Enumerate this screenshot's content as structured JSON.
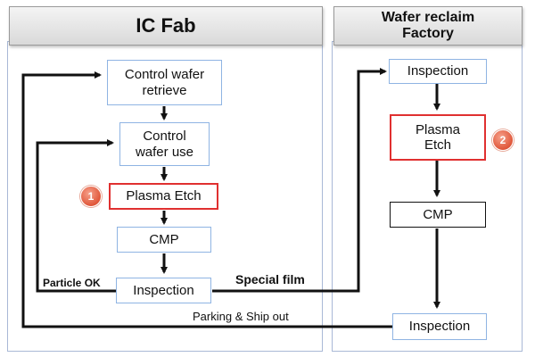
{
  "panels": {
    "left": {
      "title": "IC Fab"
    },
    "right": {
      "title": "Wafer reclaim\nFactory"
    }
  },
  "ic_fab": {
    "control_wafer_retrieve": "Control wafer\nretrieve",
    "control_wafer_use": "Control\nwafer use",
    "plasma_etch": "Plasma Etch",
    "cmp": "CMP",
    "inspection": "Inspection",
    "badge": "1"
  },
  "reclaim": {
    "inspection_top": "Inspection",
    "plasma_etch": "Plasma\nEtch",
    "cmp": "CMP",
    "inspection_bottom": "Inspection",
    "badge": "2"
  },
  "edge_labels": {
    "particle_ok": "Particle OK",
    "special_film": "Special film",
    "parking_ship_out": "Parking & Ship out"
  },
  "colors": {
    "box_border_blue": "#8fb4e3",
    "highlight_red": "#e03030",
    "badge": "#e0573a",
    "panel_border": "#a9b8d6"
  }
}
